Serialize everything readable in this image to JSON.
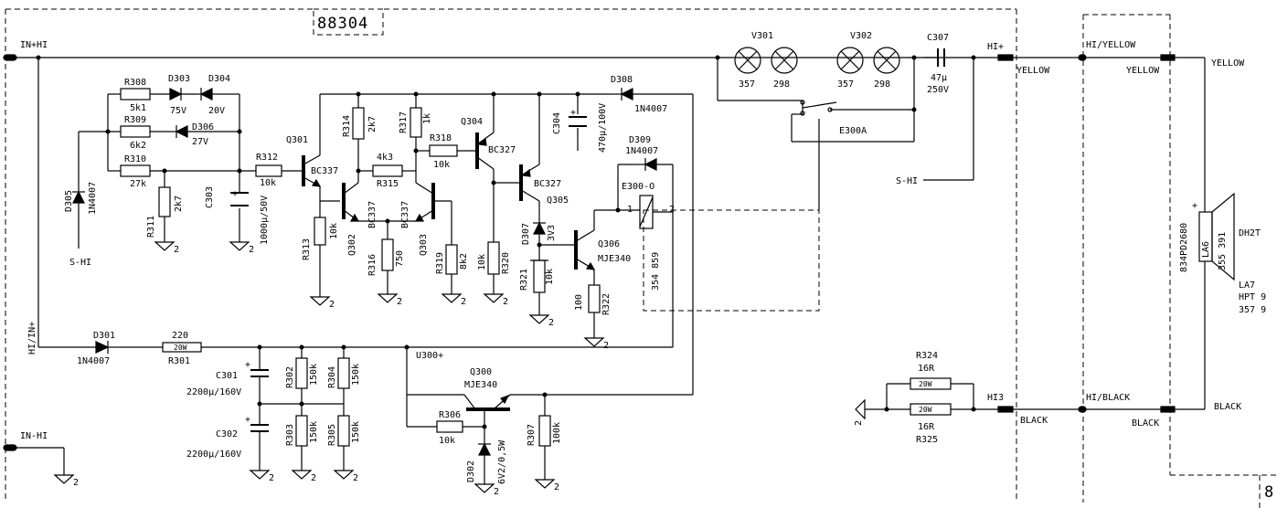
{
  "board": "88304",
  "labels": {
    "in_hi": "IN+HI",
    "in_lo": "IN-HI",
    "hi_in": "HI/IN+",
    "s_hi_left": "S-HI",
    "s_hi_right": "S-HI",
    "u300": "U300+",
    "hi_plus": "HI+",
    "hi3": "HI3",
    "yellow1": "YELLOW",
    "yellow2": "YELLOW",
    "yellow3": "YELLOW",
    "hi_yellow": "HI/YELLOW",
    "black1": "BLACK",
    "black2": "BLACK",
    "black3": "BLACK",
    "hi_black": "HI/BLACK",
    "relay_a": "E300A",
    "relay_o": "E300-O",
    "relay_part": "354 859",
    "spk_ref": "LA6",
    "spk_part": "355 391",
    "spk_model": "834PD2680",
    "spk_name": "DH2T",
    "cut_1": "LA7",
    "cut_2": "HPT 9",
    "cut_3": "357 9",
    "cut_4": "8",
    "pin1": "1",
    "pin2": "2",
    "gnd": "2"
  },
  "components": {
    "r308": "R308",
    "r308v": "5k1",
    "r309": "R309",
    "r309v": "6k2",
    "r310": "R310",
    "r310v": "27k",
    "r311": "R311",
    "r311v": "2k7",
    "r312": "R312",
    "r312v": "10k",
    "r313": "R313",
    "r313v": "10k",
    "r314": "R314",
    "r314v": "2k7",
    "r315": "R315",
    "r315v": "4k3",
    "r316": "R316",
    "r316v": "750",
    "r317": "R317",
    "r317v": "1k",
    "r318": "R318",
    "r318v": "10k",
    "r319": "R319",
    "r319v": "8k2",
    "r320": "R320",
    "r320v": "10k",
    "r321": "R321",
    "r321v": "10k",
    "r322": "R322",
    "r322v": "100",
    "r301": "R301",
    "r301v": "220",
    "r301w": "20W",
    "r302": "R302",
    "r302v": "150k",
    "r303": "R303",
    "r303v": "150k",
    "r304": "R304",
    "r304v": "150k",
    "r305": "R305",
    "r305v": "150k",
    "r306": "R306",
    "r306v": "10k",
    "r307": "R307",
    "r307v": "100k",
    "r324": "R324",
    "r324v": "16R",
    "r324w": "20W",
    "r325": "R325",
    "r325v": "16R",
    "r325w": "20W",
    "d301": "D301",
    "d301v": "1N4007",
    "d302": "D302",
    "d302v": "6V2/0,5W",
    "d303": "D303",
    "d303v": "75V",
    "d304": "D304",
    "d304v": "20V",
    "d305": "D305",
    "d305v": "1N4007",
    "d306": "D306",
    "d306v": "27V",
    "d307": "D307",
    "d307v": "3V3",
    "d308": "D308",
    "d308v": "1N4007",
    "d309": "D309",
    "d309v": "1N4007",
    "c301": "C301",
    "c301v": "2200µ/160V",
    "c302": "C302",
    "c302v": "2200µ/160V",
    "c303": "C303",
    "c303v": "1000µ/50V",
    "c304": "C304",
    "c304v": "470µ/100V",
    "c307": "C307",
    "c307v1": "47µ",
    "c307v2": "250V",
    "q300": "Q300",
    "q300v": "MJE340",
    "q301": "Q301",
    "q301v": "BC337",
    "q302": "Q302",
    "q302v": "BC337",
    "q303": "Q303",
    "q303v": "BC337",
    "q304": "Q304",
    "q304v": "BC327",
    "q305": "Q305",
    "q305v": "BC327",
    "q306": "Q306",
    "q306v": "MJE340",
    "v301": "V301",
    "v301a": "357",
    "v301b": "298",
    "v302": "V302",
    "v302a": "357",
    "v302b": "298"
  }
}
